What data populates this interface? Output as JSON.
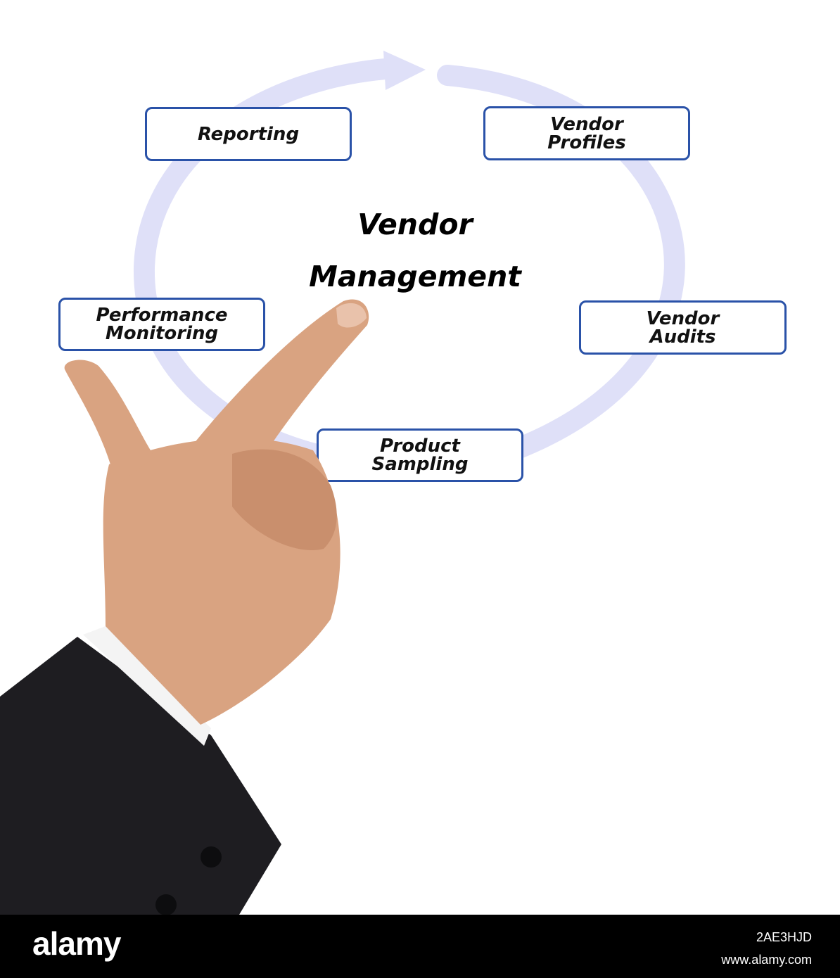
{
  "title": [
    "Vendor",
    "Management"
  ],
  "nodes": [
    {
      "lines": [
        "Reporting"
      ]
    },
    {
      "lines": [
        "Vendor",
        "Profiles"
      ]
    },
    {
      "lines": [
        "Performance",
        "Monitoring"
      ]
    },
    {
      "lines": [
        "Vendor",
        "Audits"
      ]
    },
    {
      "lines": [
        "Product",
        "Sampling"
      ]
    }
  ],
  "footer": {
    "logo": "alamy",
    "image_id": "2AE3HJD",
    "url": "www.alamy.com"
  },
  "colors": {
    "cycle_arrow": "#dfe0f8",
    "node_border": "#2a52a8",
    "text": "#111111",
    "footer_bg": "#000000"
  },
  "icons": [
    "cycle-arrow-icon",
    "pointing-hand-icon"
  ]
}
